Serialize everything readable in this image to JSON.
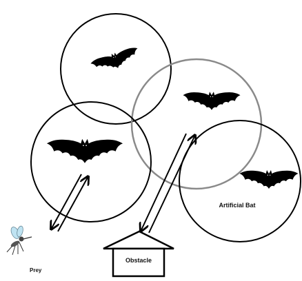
{
  "diagram": {
    "labels": {
      "artificial_bat": "Artificial Bat",
      "obstacle": "Obstacle",
      "prey": "Prey"
    },
    "bats": [
      {
        "name": "bat-top"
      },
      {
        "name": "bat-center-right"
      },
      {
        "name": "bat-left"
      },
      {
        "name": "bat-bottom-right"
      }
    ],
    "colors": {
      "bat": "#000000",
      "circle_dark": "#000000",
      "circle_gray": "#8a8a8a",
      "prey_wing": "#bfe3f2"
    }
  }
}
